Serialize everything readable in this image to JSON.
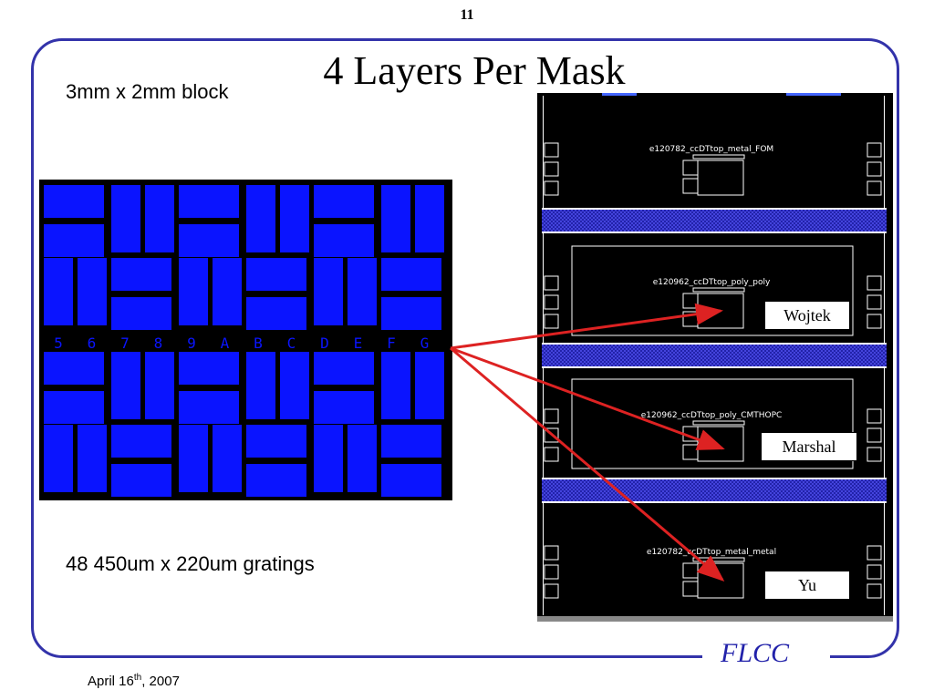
{
  "slide": {
    "page_number": "11",
    "title": "4 Layers Per Mask",
    "block_label": "3mm x 2mm block",
    "gratings_label": "48 450um x 220um gratings",
    "footer_date": "April 16",
    "footer_date_suffix": "th",
    "footer_year": ", 2007",
    "brand": "FLCC",
    "accent_color": "#3333aa",
    "grating_color": "#0a14ff",
    "arrow_color": "#dd2222"
  },
  "grating_block": {
    "row_labels": [
      "5",
      "6",
      "7",
      "8",
      "9",
      "A",
      "B",
      "C",
      "D",
      "E",
      "F",
      "G"
    ]
  },
  "mask_layers": [
    {
      "cell_label": "e120782_ccDTtop_metal_FOM"
    },
    {
      "cell_label": "e120962_ccDTtop_poly_poly"
    },
    {
      "cell_label": "e120962_ccDTtop_poly_CMTHOPC"
    },
    {
      "cell_label": "e120782_ccDTtop_metal_metal"
    }
  ],
  "people": [
    "Wojtek",
    "Marshal",
    "Yu"
  ]
}
